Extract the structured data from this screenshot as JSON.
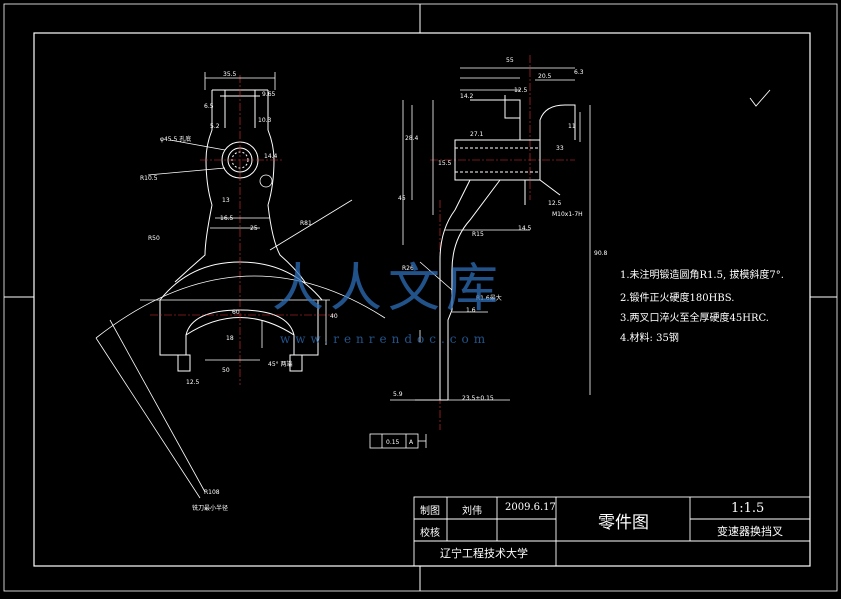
{
  "dimensions": {
    "d1": "35.5",
    "d2": "9.65",
    "d3": "6.5",
    "d4": "5.2",
    "d5": "10.3",
    "d6": "φ45.5 孔底",
    "d7": "R10.5",
    "d8": "14.4",
    "d9": "13",
    "d10": "16.5",
    "d11": "25",
    "d12": "R50",
    "d13": "R81",
    "d14": "18",
    "d15": "40",
    "d16": "50",
    "d17": "55",
    "d18": "20.5",
    "d19": "12.5",
    "d20": "14.2",
    "d21": "27.1",
    "d22": "33",
    "d23": "28.4",
    "d24": "45",
    "d25": "15.5",
    "d26": "12.5",
    "d27": "M10x1-7H",
    "d28": "14.5",
    "d29": "R15",
    "d30": "R26",
    "d31": "R1.6最大",
    "d32": "1.6",
    "d33": "5.9",
    "d34": "23.5±0.15",
    "d35": "90.8",
    "d36": "60",
    "d37": "R108",
    "d38": "铣刀最小半径",
    "d39": "45° 两端",
    "d40": "0.15",
    "d41": "A",
    "d42": "6.3",
    "d43": "12.5",
    "d44": "11"
  },
  "notes": [
    "1.未注明锻造圆角R1.5, 拔模斜度7°.",
    "2.锻件正火硬度180HBS.",
    "3.两叉口淬火至全厚硬度45HRC.",
    "4.材料: 35钢"
  ],
  "title_block": {
    "drawn_label": "制图",
    "drawn_name": "刘伟",
    "date": "2009.6.17",
    "check_label": "校核",
    "drawing_type": "零件图",
    "scale": "1:1.5",
    "part_name": "变速器换挡叉",
    "school": "辽宁工程技术大学"
  },
  "watermark": {
    "chars": "人人文库",
    "url": "www.renrendoc.com"
  },
  "colors": {
    "background": "#000000",
    "line": "#ffffff",
    "centerline": "#e03030",
    "watermark": "#2d6fb8"
  }
}
